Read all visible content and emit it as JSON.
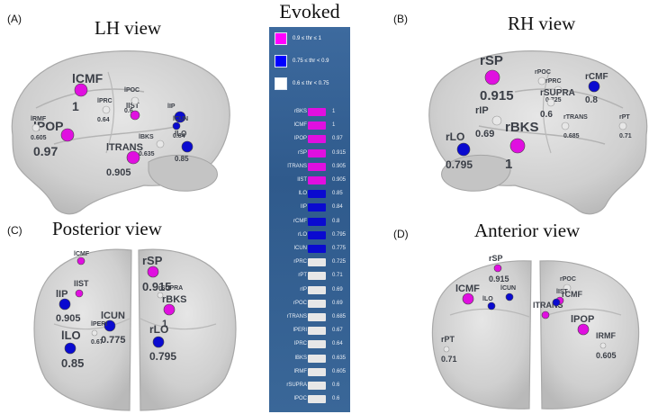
{
  "legend": {
    "title": "Evoked",
    "keys": [
      {
        "text": "0.9 ≤ thr ≤ 1",
        "color": "#ff00ff"
      },
      {
        "text": "0.75 ≤ thr < 0.9",
        "color": "#0000ff"
      },
      {
        "text": "0.6 ≤ thr < 0.75",
        "color": "#ffffff"
      }
    ],
    "rows": [
      {
        "label": "rBKS",
        "value": "1",
        "tier": "magenta"
      },
      {
        "label": "lCMF",
        "value": "1",
        "tier": "magenta"
      },
      {
        "label": "lPOP",
        "value": "0.97",
        "tier": "magenta"
      },
      {
        "label": "rSP",
        "value": "0.915",
        "tier": "magenta"
      },
      {
        "label": "lTRANS",
        "value": "0.905",
        "tier": "magenta"
      },
      {
        "label": "lIST",
        "value": "0.905",
        "tier": "magenta"
      },
      {
        "label": "lLO",
        "value": "0.85",
        "tier": "blue"
      },
      {
        "label": "lIP",
        "value": "0.84",
        "tier": "blue"
      },
      {
        "label": "rCMF",
        "value": "0.8",
        "tier": "blue"
      },
      {
        "label": "rLO",
        "value": "0.795",
        "tier": "blue"
      },
      {
        "label": "lCUN",
        "value": "0.775",
        "tier": "blue"
      },
      {
        "label": "rPRC",
        "value": "0.725",
        "tier": "white"
      },
      {
        "label": "rPT",
        "value": "0.71",
        "tier": "white"
      },
      {
        "label": "rIP",
        "value": "0.69",
        "tier": "white"
      },
      {
        "label": "rPOC",
        "value": "0.69",
        "tier": "white"
      },
      {
        "label": "rTRANS",
        "value": "0.685",
        "tier": "white"
      },
      {
        "label": "lPERI",
        "value": "0.67",
        "tier": "white"
      },
      {
        "label": "lPRC",
        "value": "0.64",
        "tier": "white"
      },
      {
        "label": "lBKS",
        "value": "0.635",
        "tier": "white"
      },
      {
        "label": "lRMF",
        "value": "0.605",
        "tier": "white"
      },
      {
        "label": "rSUPRA",
        "value": "0.6",
        "tier": "white"
      },
      {
        "label": "lPOC",
        "value": "0.6",
        "tier": "white"
      }
    ]
  },
  "colors": {
    "magenta": "#e00fe0",
    "blue": "#0a0ad0",
    "white": "#e7e7e7"
  },
  "panels": {
    "A": {
      "letter": "(A)",
      "title": "LH view"
    },
    "B": {
      "letter": "(B)",
      "title": "RH view"
    },
    "C": {
      "letter": "(C)",
      "title": "Posterior view"
    },
    "D": {
      "letter": "(D)",
      "title": "Anterior view"
    }
  },
  "nodes": {
    "A": [
      {
        "name": "lCMF",
        "value": "1",
        "tier": "magenta"
      },
      {
        "name": "lPOP",
        "value": "0.97",
        "tier": "magenta"
      },
      {
        "name": "lTRANS",
        "value": "0.905",
        "tier": "magenta"
      },
      {
        "name": "lIST",
        "value": "",
        "tier": "magenta"
      },
      {
        "name": "lPRC",
        "value": "0.64",
        "tier": "white"
      },
      {
        "name": "lPOC",
        "value": "0.6",
        "tier": "white"
      },
      {
        "name": "lRMF",
        "value": "0.605",
        "tier": "white"
      },
      {
        "name": "lIP",
        "value": "",
        "tier": "blue"
      },
      {
        "name": "lCUN",
        "value": "0.84",
        "tier": "blue"
      },
      {
        "name": "lLO",
        "value": "0.85",
        "tier": "blue"
      },
      {
        "name": "lBKS",
        "value": "0.635",
        "tier": "white"
      }
    ],
    "B": [
      {
        "name": "rSP",
        "value": "0.915",
        "tier": "magenta"
      },
      {
        "name": "rPOC",
        "value": "",
        "tier": "white"
      },
      {
        "name": "rPRC",
        "value": "0.725",
        "tier": "white"
      },
      {
        "name": "rCMF",
        "value": "0.8",
        "tier": "blue"
      },
      {
        "name": "rIP",
        "value": "0.69",
        "tier": "white"
      },
      {
        "name": "rSUPRA",
        "value": "0.6",
        "tier": "white"
      },
      {
        "name": "rBKS",
        "value": "1",
        "tier": "magenta"
      },
      {
        "name": "rTRANS",
        "value": "0.685",
        "tier": "white"
      },
      {
        "name": "rLO",
        "value": "0.795",
        "tier": "blue"
      },
      {
        "name": "rPT",
        "value": "0.71",
        "tier": "white"
      }
    ],
    "C": [
      {
        "name": "lCMF",
        "value": "",
        "tier": "magenta"
      },
      {
        "name": "rSP",
        "value": "0.915",
        "tier": "magenta"
      },
      {
        "name": "lIP",
        "value": "0.905",
        "tier": "blue"
      },
      {
        "name": "lIST",
        "value": "",
        "tier": "magenta"
      },
      {
        "name": "lCUN",
        "value": "0.775",
        "tier": "blue"
      },
      {
        "name": "rBKS",
        "value": "1",
        "tier": "magenta"
      },
      {
        "name": "lLO",
        "value": "0.85",
        "tier": "blue"
      },
      {
        "name": "rLO",
        "value": "0.795",
        "tier": "blue"
      },
      {
        "name": "rSUPRA",
        "value": "",
        "tier": "white"
      },
      {
        "name": "lPERI",
        "value": "0.67",
        "tier": "white"
      }
    ],
    "D": [
      {
        "name": "rSP",
        "value": "0.915",
        "tier": "magenta"
      },
      {
        "name": "lCMF",
        "value": "",
        "tier": "magenta"
      },
      {
        "name": "rPOC",
        "value": "",
        "tier": "white"
      },
      {
        "name": "lCUN",
        "value": "",
        "tier": "blue"
      },
      {
        "name": "lLO",
        "value": "",
        "tier": "blue"
      },
      {
        "name": "lPOP",
        "value": "",
        "tier": "magenta"
      },
      {
        "name": "lTRANS",
        "value": "",
        "tier": "magenta"
      },
      {
        "name": "lIST",
        "value": "",
        "tier": "magenta"
      },
      {
        "name": "rPT",
        "value": "0.71",
        "tier": "white"
      },
      {
        "name": "lRMF",
        "value": "0.605",
        "tier": "white"
      },
      {
        "name": "rCMF",
        "value": "",
        "tier": "blue"
      }
    ]
  }
}
